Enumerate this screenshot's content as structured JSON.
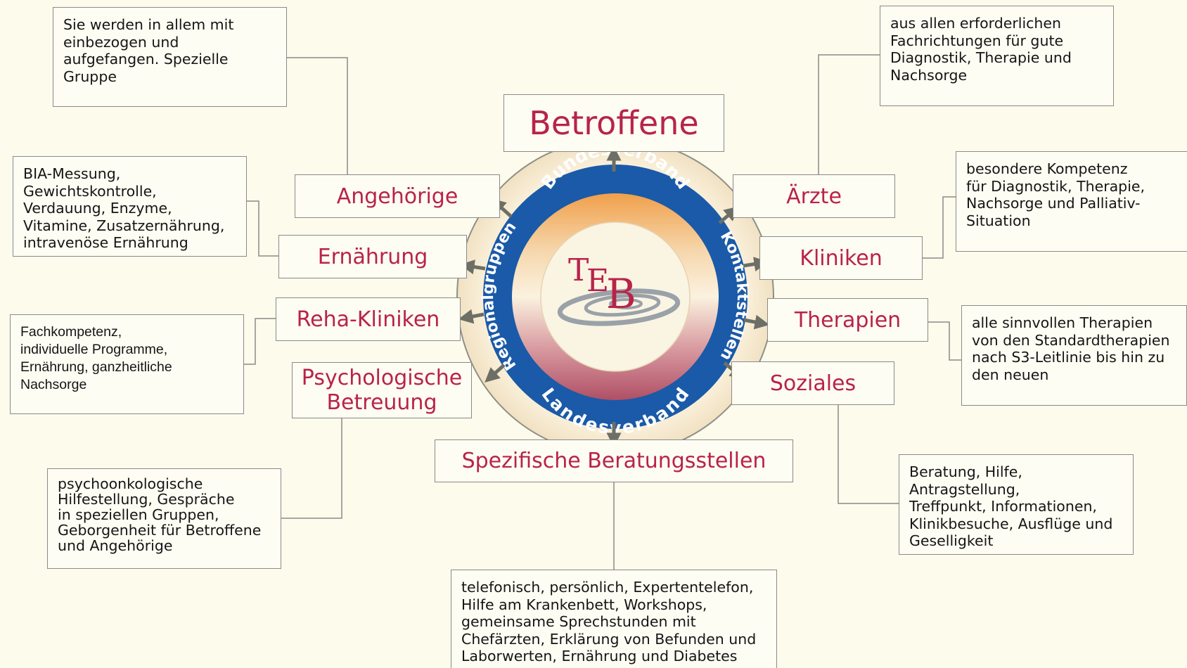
{
  "title": "Betroffene",
  "center": {
    "logo_letters": [
      "T",
      "E",
      "B"
    ],
    "ring_top": "Bundesverband",
    "ring_bottom": "Landesverband",
    "ring_left": "Regionalgruppen",
    "ring_right": "Kontaktstellen"
  },
  "left": {
    "angehoerige": {
      "label": "Angehörige",
      "desc": "Sie werden in allem mit\neinbezogen und\naufgefangen. Spezielle\nGruppe"
    },
    "ernaehrung": {
      "label": "Ernährung",
      "desc": "BIA-Messung,\nGewichtskontrolle,\nVerdauung, Enzyme,\nVitamine, Zusatzernährung,\nintravenöse Ernährung"
    },
    "reha": {
      "label": "Reha-Kliniken",
      "desc": "Fachkompetenz,\nindividuelle Programme,\nErnährung, ganzheitliche\nNachsorge"
    },
    "psycho": {
      "label": "Psychologische\nBetreuung",
      "desc": "psychoonkologische\nHilfestellung, Gespräche\nin speziellen Gruppen,\nGeborgenheit für Betroffene\nund Angehörige"
    }
  },
  "right": {
    "aerzte": {
      "label": "Ärzte",
      "desc": "aus allen erforderlichen\nFachrichtungen für gute\nDiagnostik, Therapie und\nNachsorge"
    },
    "kliniken": {
      "label": "Kliniken",
      "desc": "besondere Kompetenz\nfür Diagnostik, Therapie,\nNachsorge und Palliativ-\nSituation"
    },
    "therapien": {
      "label": "Therapien",
      "desc": "alle sinnvollen Therapien\nvon den Standardtherapien\nnach S3-Leitlinie bis hin zu\nden neuen"
    },
    "soziales": {
      "label": "Soziales",
      "desc": "Beratung, Hilfe,\nAntragstellung,\nTreffpunkt, Informationen,\nKlinikbesuche, Ausflüge und\nGeselligkeit"
    }
  },
  "bottom": {
    "label": "Spezifische Beratungsstellen",
    "desc": "telefonisch, persönlich, Expertentelefon,\nHilfe am Krankenbett, Workshops,\ngemeinsame Sprechstunden mit\nChefärzten, Erklärung von Befunden und\nLaborwerten, Ernährung und Diabetes"
  },
  "colors": {
    "background": "#fdfbec",
    "label_red": "#b8234a",
    "ring_blue": "#1a5aa8",
    "arrow_grey": "#6d6f66",
    "connector_grey": "#8a8a8a"
  }
}
